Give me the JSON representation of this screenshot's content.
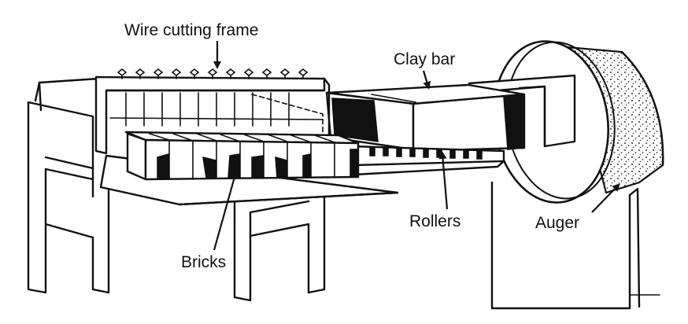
{
  "labels": {
    "wire_cutting_frame": "Wire cutting frame",
    "clay_bar": "Clay bar",
    "rollers": "Rollers",
    "auger": "Auger",
    "bricks": "Bricks"
  },
  "colors": {
    "ink": "#111111",
    "background": "#ffffff",
    "stipple": "#333333"
  }
}
